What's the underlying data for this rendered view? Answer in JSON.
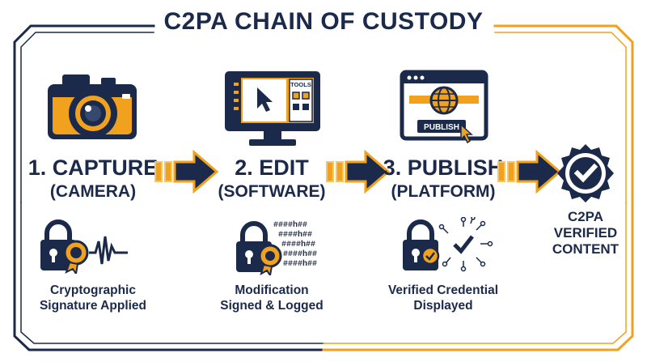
{
  "title": "C2PA CHAIN OF CUSTODY",
  "colors": {
    "navy": "#1b2a4a",
    "accent": "#f0a21e",
    "white": "#ffffff"
  },
  "steps": [
    {
      "title": "1. CAPTURE",
      "subtitle": "(CAMERA)",
      "icon": "camera-icon",
      "detail_icon": "lock-signature-icon",
      "caption_line1": "Cryptographic",
      "caption_line2": "Signature Applied"
    },
    {
      "title": "2. EDIT",
      "subtitle": "(SOFTWARE)",
      "icon": "monitor-editor-icon",
      "detail_icon": "lock-hash-icon",
      "screen_label": "TOOLS",
      "hash_text": "####h##",
      "caption_line1": "Modification",
      "caption_line2": "Signed & Logged"
    },
    {
      "title": "3. PUBLISH",
      "subtitle": "(PLATFORM)",
      "icon": "browser-publish-icon",
      "detail_icon": "lock-network-icon",
      "button_label": "PUBLISH",
      "caption_line1": "Verified Credential",
      "caption_line2": "Displayed"
    }
  ],
  "verified": {
    "icon": "verified-badge-icon",
    "line1": "C2PA",
    "line2": "VERIFIED",
    "line3": "CONTENT"
  }
}
